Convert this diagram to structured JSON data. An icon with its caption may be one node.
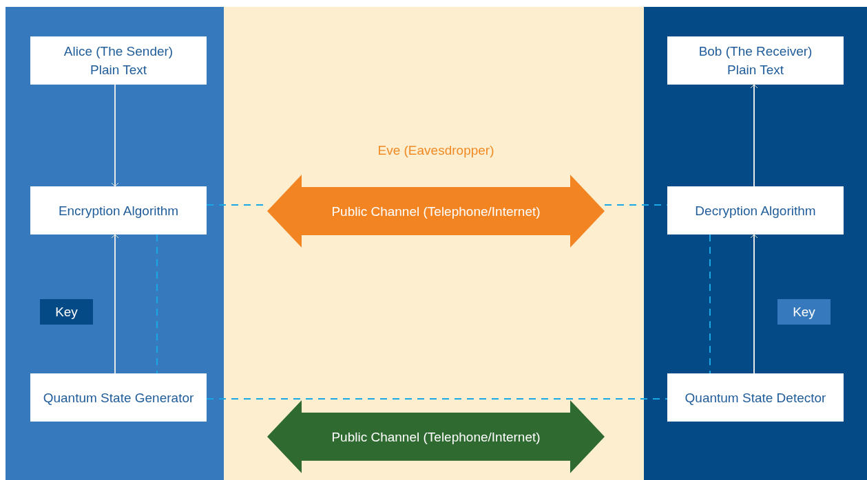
{
  "diagram": {
    "nodes": [
      {
        "text": [
          "Alice (The Sender) Plain Text"
        ]
      },
      {
        "text": [
          "Encryption Algorithm"
        ]
      },
      {
        "text": [
          "Quantum State Generator"
        ]
      },
      {
        "text": [
          "Bob (The Receiver) Plain Text"
        ]
      },
      {
        "text": [
          "Decryption Algorithm"
        ]
      },
      {
        "text": [
          "Quantum State Detector"
        ]
      },
      {
        "text": [
          "Public Channel (Telephone/Internet)"
        ],
        "beside": [
          "Eve (Eavesdropper)"
        ]
      },
      {
        "text": [
          "Public Channel (Telephone/Internet)"
        ]
      },
      {
        "text": [
          "Key"
        ]
      },
      {
        "text": [
          "Key"
        ]
      }
    ],
    "edges": [
      {
        "from": 0,
        "to": 1,
        "arrow": "to",
        "color": "#e8e8e8"
      },
      {
        "from": 2,
        "to": 1,
        "arrow": "to",
        "color": "#e8e8e8"
      },
      {
        "from": 4,
        "to": 3,
        "arrow": "to",
        "color": "#e8e8e8"
      },
      {
        "from": 5,
        "to": 4,
        "arrow": "to",
        "color": "#e8e8e8"
      },
      {
        "from": 1,
        "to": 6,
        "arrow": "none",
        "style": "dashed"
      },
      {
        "from": 6,
        "to": 4,
        "arrow": "none",
        "style": "dashed"
      },
      {
        "from": 2,
        "to": 5,
        "arrow": "none",
        "style": "dashed"
      },
      {
        "from": 1,
        "to": 2,
        "arrow": "none",
        "style": "dashed"
      },
      {
        "from": 4,
        "to": 5,
        "arrow": "none",
        "style": "dashed"
      }
    ]
  }
}
